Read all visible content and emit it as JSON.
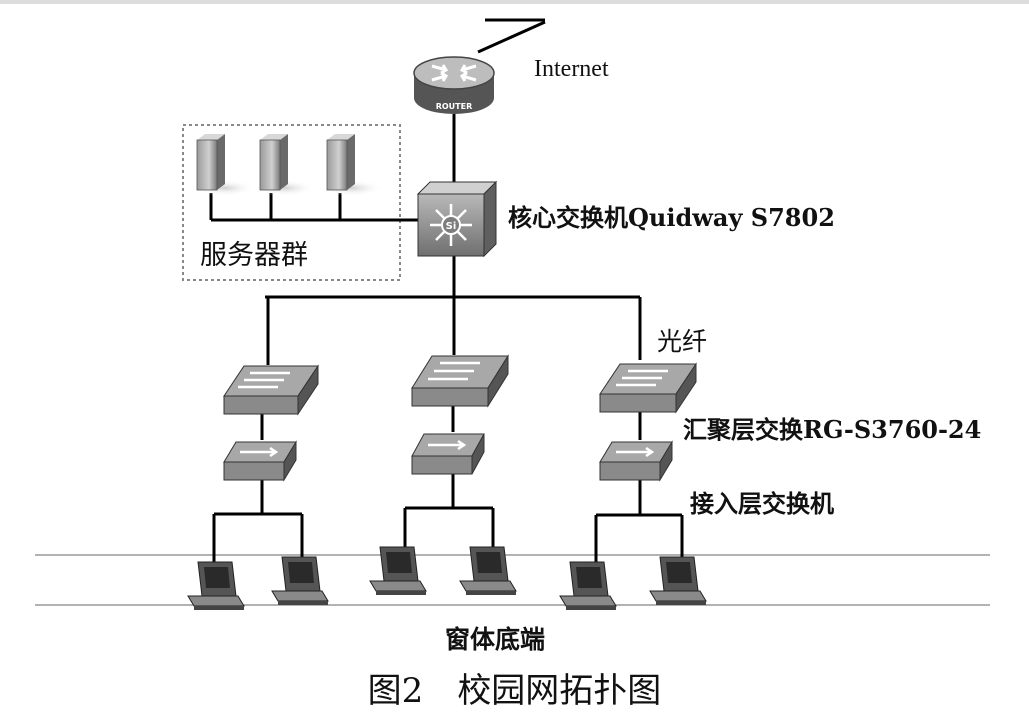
{
  "labels": {
    "internet": "Internet",
    "core_switch": "核心交换机Quidway S7802",
    "server_group": "服务器群",
    "fiber": "光纤",
    "aggregation": "汇聚层交换RG-S3760-24",
    "access": "接入层交换机",
    "bottom": "窗体底端",
    "router_badge": "ROUTER",
    "core_badge": "Si"
  },
  "caption": {
    "figure_number": "图2",
    "title": "校园网拓扑图"
  },
  "colors": {
    "line": "#000000",
    "device_gray": "#8a8a8a",
    "device_dark": "#5a5a5a",
    "device_light": "#c8c8c8",
    "guide_line": "#999999"
  },
  "icons": [
    "router-icon",
    "core-switch-icon",
    "server-icon",
    "aggregation-switch-icon",
    "access-switch-icon",
    "computer-icon"
  ]
}
